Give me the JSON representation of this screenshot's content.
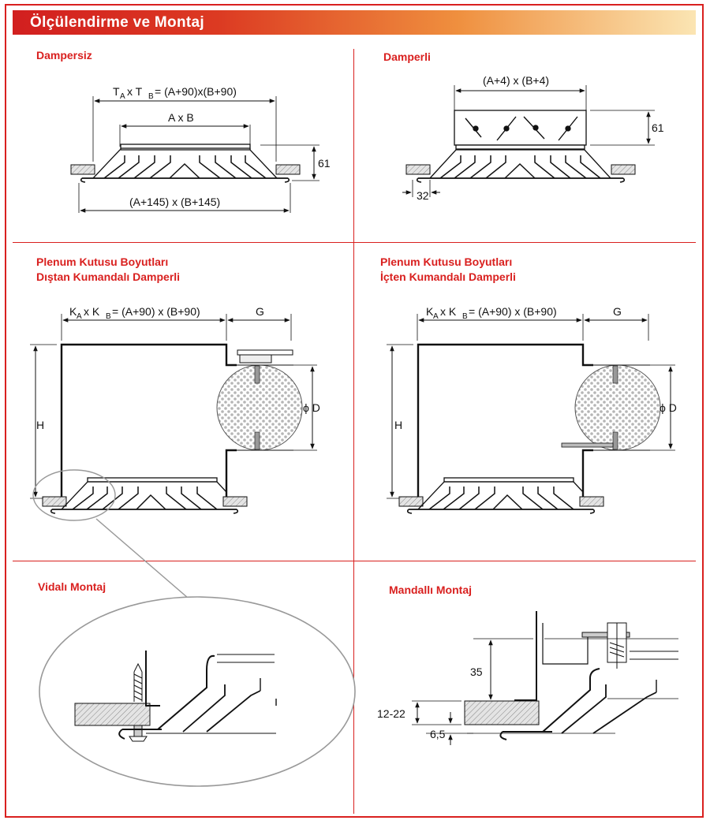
{
  "header": {
    "title": "Ölçülendirme  ve  Montaj"
  },
  "sections": {
    "dampersiz": {
      "title": "Dampersiz"
    },
    "damperli": {
      "title": "Damperli"
    },
    "plenum_distan": {
      "title_line1": "Plenum Kutusu Boyutları",
      "title_line2": "Dıştan Kumandalı Damperli"
    },
    "plenum_icten": {
      "title_line1": "Plenum Kutusu Boyutları",
      "title_line2": "İçten Kumandalı Damperli"
    },
    "vidali": {
      "title": "Vidalı Montaj"
    },
    "mandalli": {
      "title": "Mandallı Montaj"
    }
  },
  "dims": {
    "dampersiz_top_T": "T",
    "dampersiz_top_A": "A",
    "dampersiz_top_x": " x T",
    "dampersiz_top_B": "B",
    "dampersiz_top_rest": " = (A+90)x(B+90)",
    "dampersiz_axb": "A x B",
    "dampersiz_61": "61",
    "dampersiz_bottom": "(A+145) x (B+145)",
    "damperli_top": "(A+4) x (B+4)",
    "damperli_61": "61",
    "damperli_32": "32",
    "plenum_K": "K",
    "plenum_A": "A",
    "plenum_x": " x K",
    "plenum_B": "B",
    "plenum_rest": " = (A+90) x (B+90)",
    "plenum_G": "G",
    "plenum_H": "H",
    "plenum_D": "ϕ D",
    "mandalli_35": "35",
    "mandalli_1222": "12-22",
    "mandalli_65": "6,5"
  }
}
